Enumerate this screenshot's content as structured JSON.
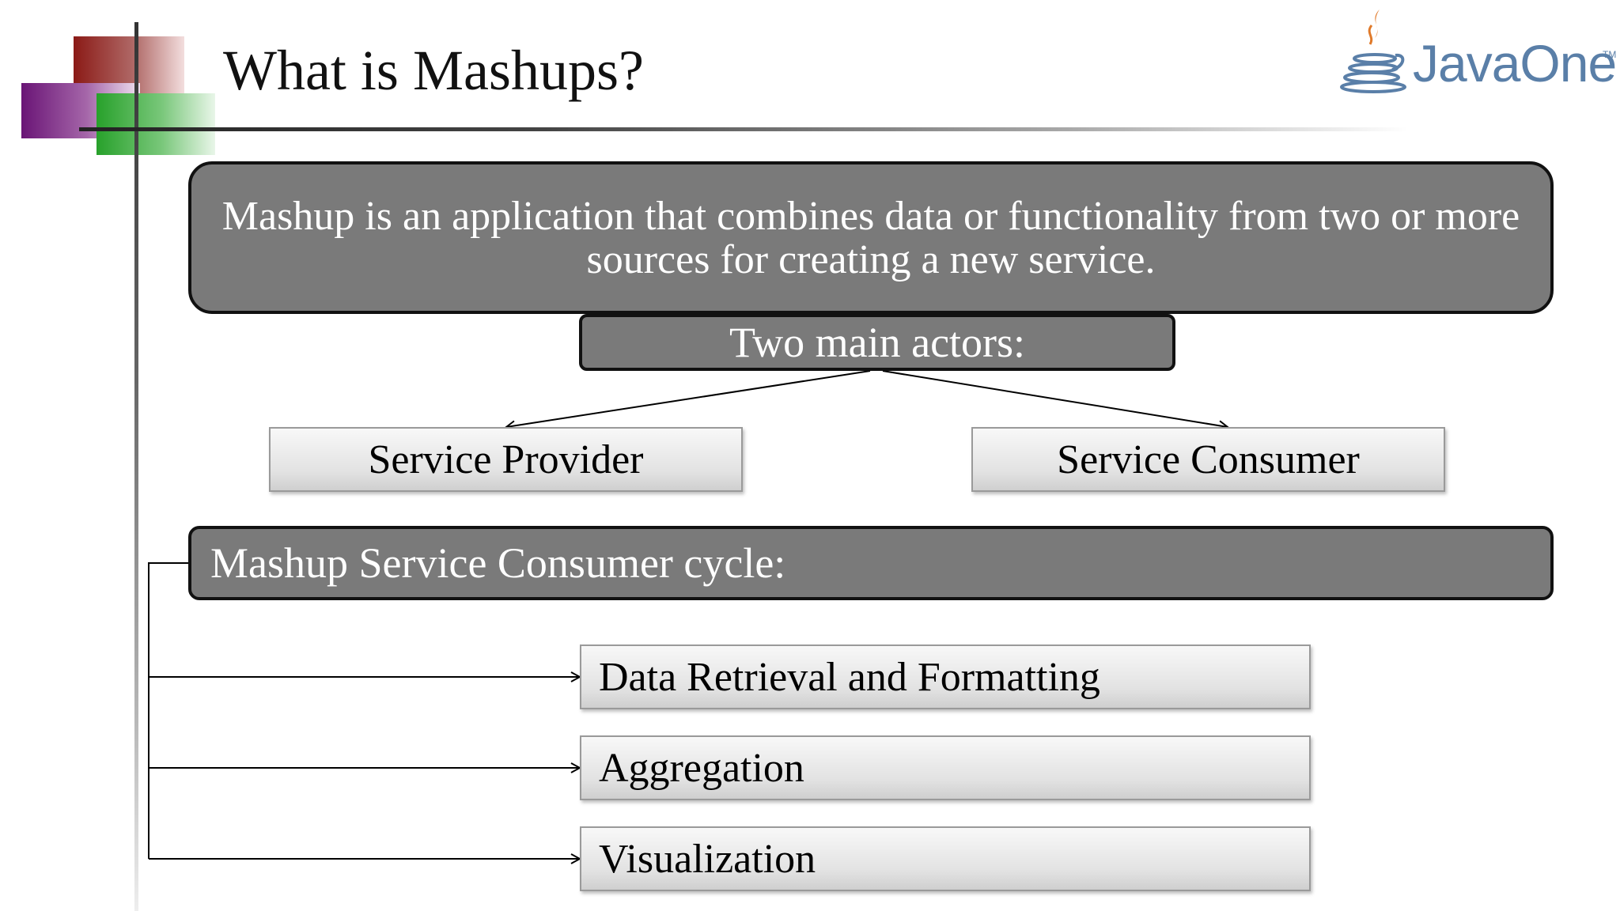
{
  "slide": {
    "title": "What is Mashups?",
    "logo": {
      "text": "JavaOne",
      "mark": "TM",
      "icon": "java-cup-icon"
    },
    "definition": "Mashup is an application that combines data or functionality from two or more sources for creating a new service.",
    "actors_heading": "Two main actors:",
    "actors": [
      "Service Provider",
      "Service Consumer"
    ],
    "cycle_heading": "Mashup Service Consumer cycle:",
    "cycle_steps": [
      "Data Retrieval and Formatting",
      "Aggregation",
      "Visualization"
    ]
  },
  "colors": {
    "dark_box": "#7a7a7a",
    "logo_blue": "#5a7fa8",
    "logo_orange": "#e07a2a",
    "accent_red": "#8b1a16",
    "accent_purple": "#6a1576",
    "accent_green": "#28a12b"
  }
}
